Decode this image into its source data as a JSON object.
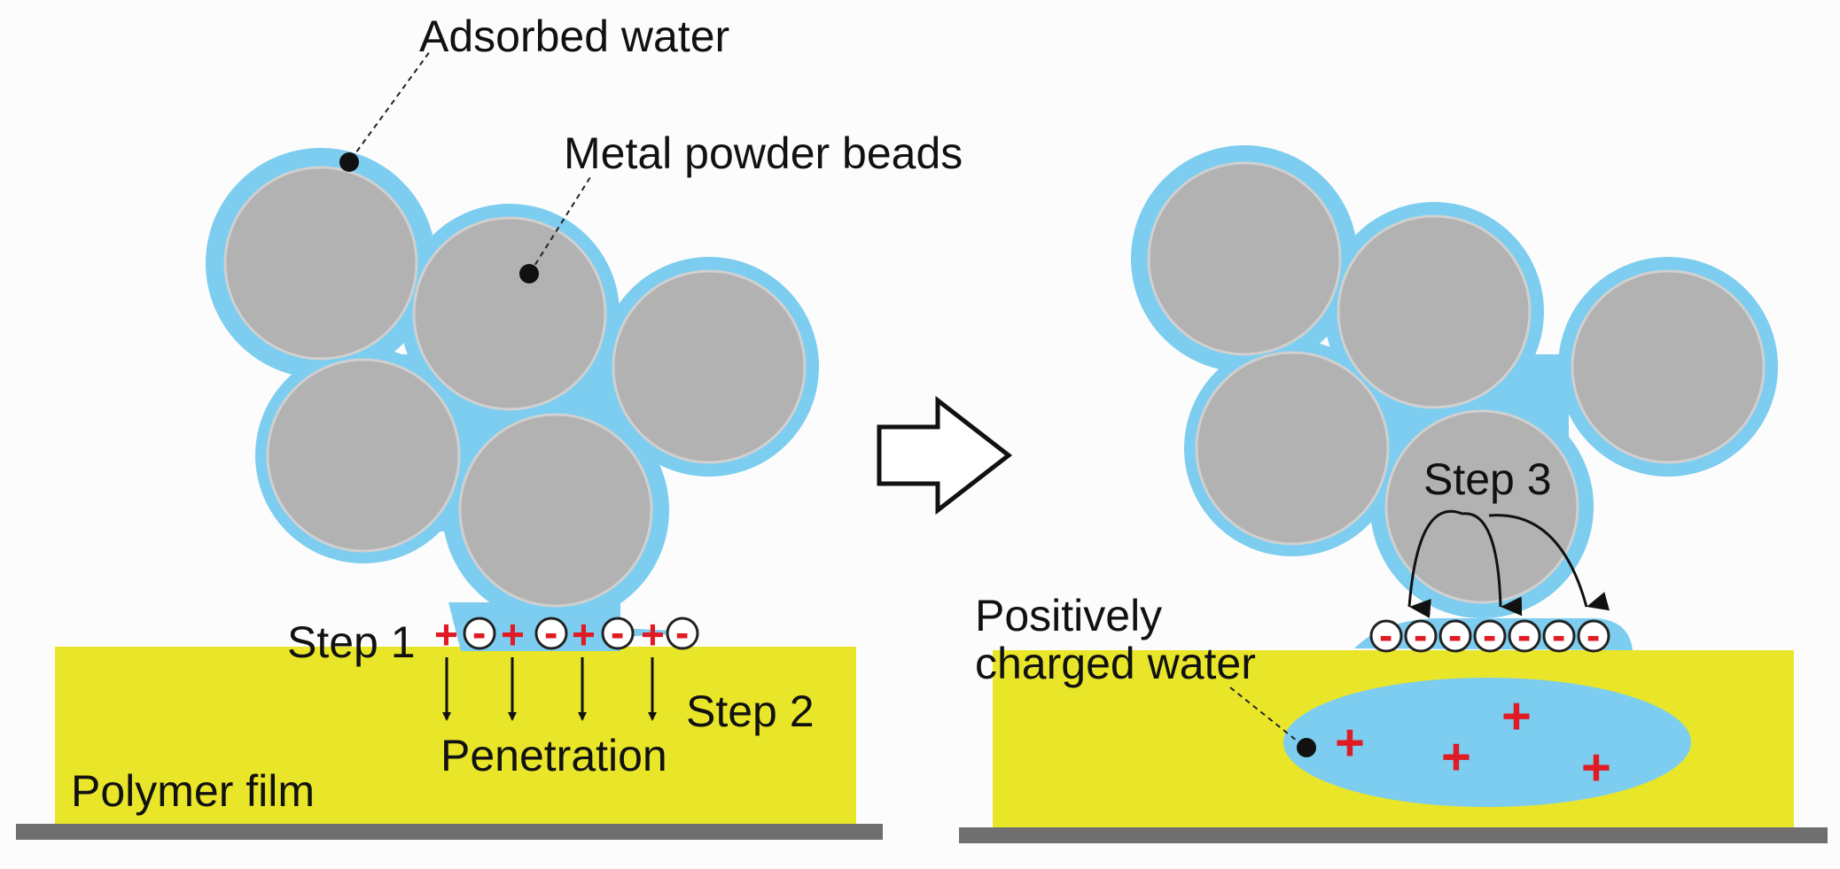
{
  "labels": {
    "adsorbed_water": "Adsorbed water",
    "metal_powder_beads": "Metal powder beads",
    "step1": "Step 1",
    "step2": "Step 2",
    "penetration": "Penetration",
    "polymer_film": "Polymer film",
    "step3": "Step 3",
    "positively_line1": "Positively",
    "positively_line2": "charged water"
  },
  "symbols": {
    "plus": "+",
    "minus": "-"
  },
  "colors": {
    "background": "#fcfcfc",
    "water": "#7ccdef",
    "bead": "#b2b2b2",
    "bead_outline": "#d0d0d0",
    "polymer_film": "#e9e62a",
    "substrate": "#6f6f6f",
    "positive_charge": "#e01b24",
    "negative_ion_fill": "#ffffff"
  },
  "icons": {
    "process_arrow": "hollow-right-arrow-icon"
  }
}
